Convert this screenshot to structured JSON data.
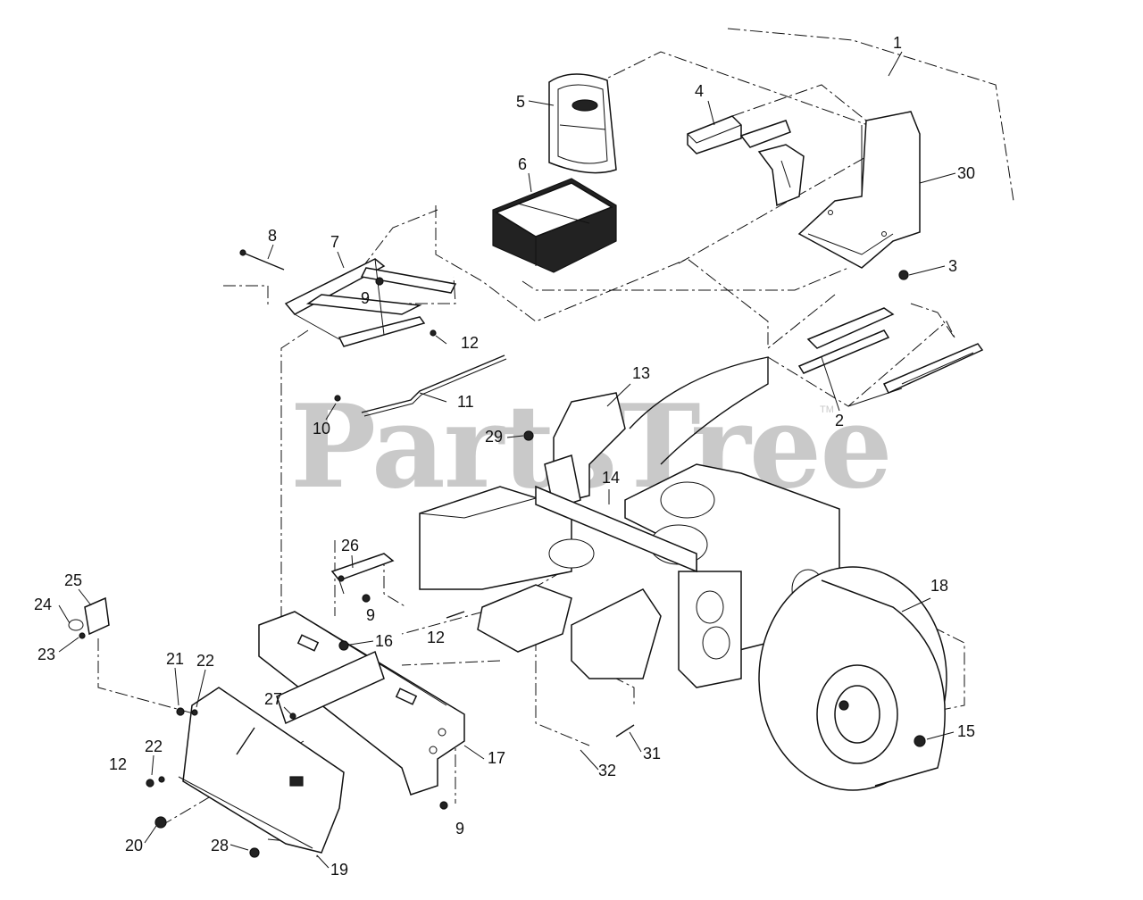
{
  "watermark": {
    "brand": "PartsTree",
    "trademark": "TM"
  },
  "callouts": {
    "c1": "1",
    "c2": "2",
    "c3": "3",
    "c4": "4",
    "c5": "5",
    "c6": "6",
    "c7": "7",
    "c8": "8",
    "c9a": "9",
    "c9b": "9",
    "c9c": "9",
    "c10": "10",
    "c11": "11",
    "c12a": "12",
    "c12b": "12",
    "c12c": "12",
    "c13": "13",
    "c14": "14",
    "c15": "15",
    "c16": "16",
    "c17": "17",
    "c18": "18",
    "c19": "19",
    "c20": "20",
    "c21": "21",
    "c22a": "22",
    "c22b": "22",
    "c23": "23",
    "c24": "24",
    "c25": "25",
    "c26": "26",
    "c27": "27",
    "c28": "28",
    "c29": "29",
    "c30": "30",
    "c31": "31",
    "c32": "32"
  }
}
